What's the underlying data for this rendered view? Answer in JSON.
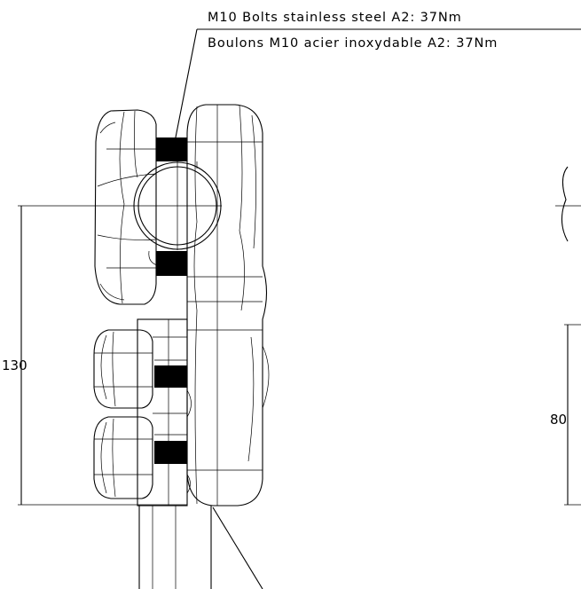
{
  "notes": {
    "bolt_en": "M10 Bolts stainless steel A2: 37Nm",
    "bolt_fr": "Boulons M10 acier inoxydable A2: 37Nm"
  },
  "dimensions": {
    "overall_height": "130",
    "right_height": "80"
  },
  "colors": {
    "ink": "#000000",
    "paper": "#ffffff"
  }
}
